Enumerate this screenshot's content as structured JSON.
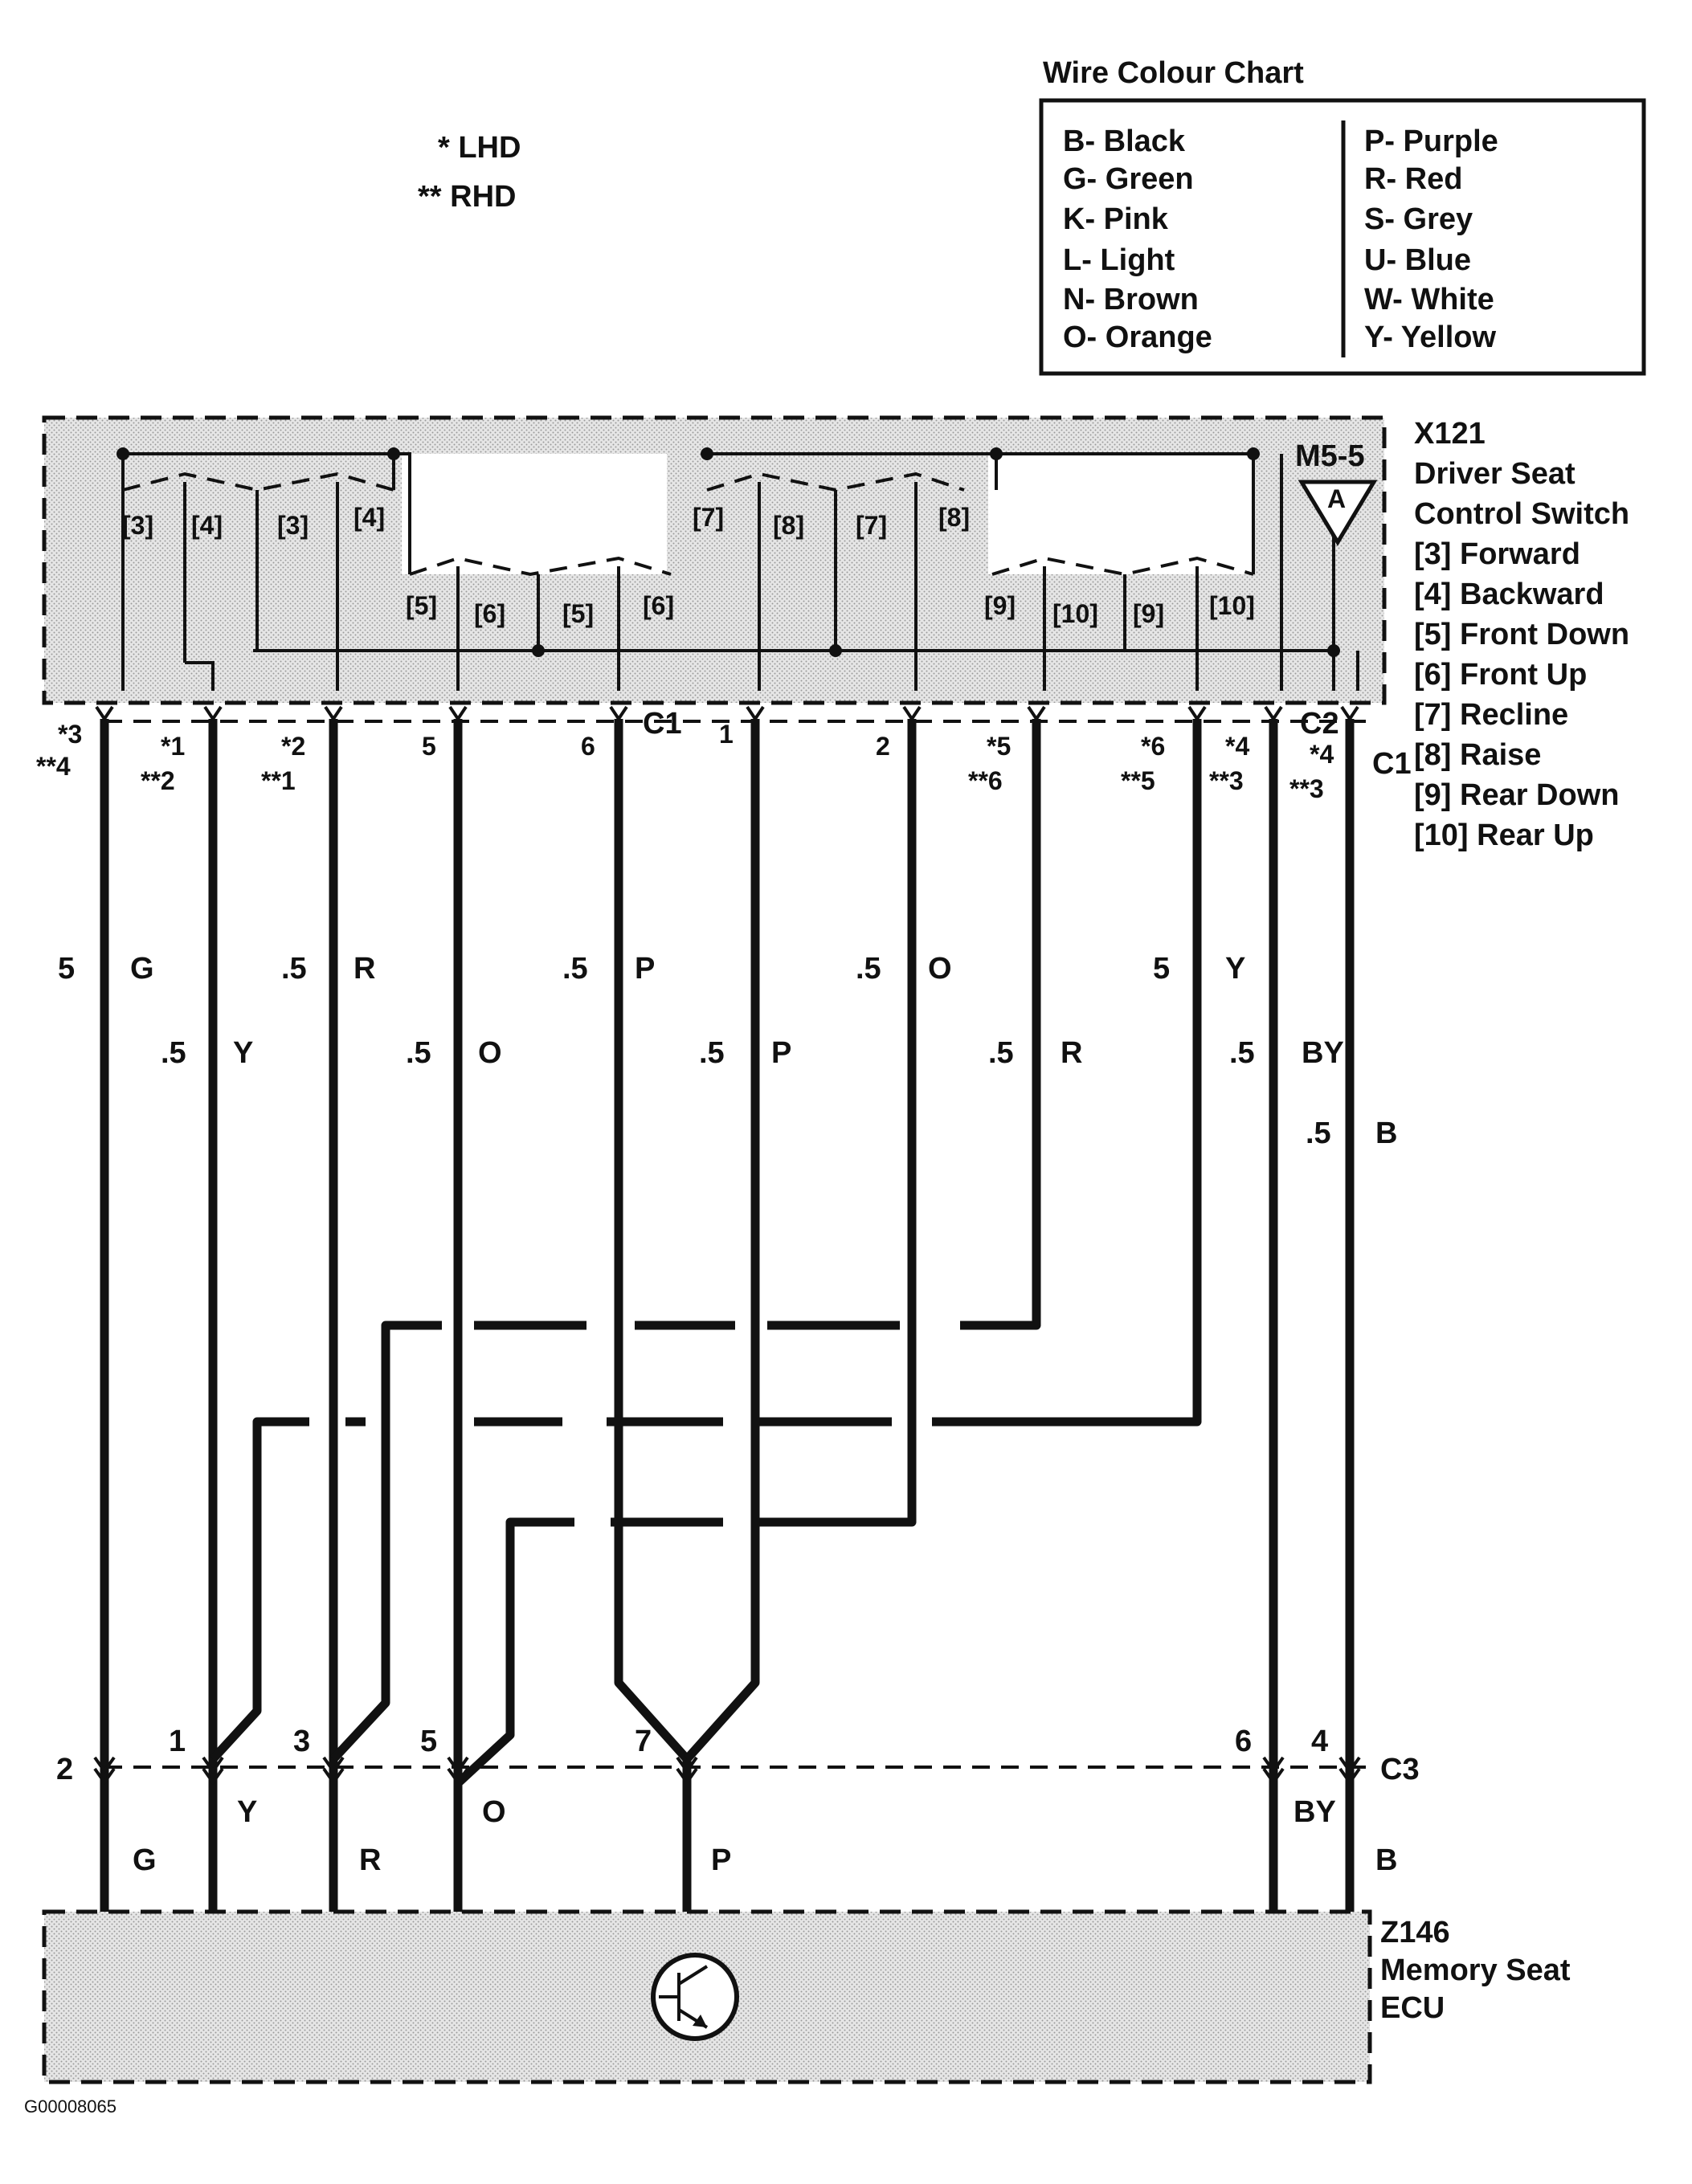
{
  "legend_notes": {
    "lhd": "* LHD",
    "rhd": "** RHD"
  },
  "colour_chart": {
    "title": "Wire Colour Chart",
    "left": [
      "B- Black",
      "G- Green",
      "K- Pink",
      "L- Light",
      "N- Brown",
      "O- Orange"
    ],
    "right": [
      "P- Purple",
      "R- Red",
      "S- Grey",
      "U- Blue",
      "W- White",
      "Y- Yellow"
    ]
  },
  "switch": {
    "id": "X121",
    "name_1": "Driver Seat",
    "name_2": "Control Switch",
    "ground_ref": "M5-5",
    "ground_symbol": "A",
    "functions": [
      "[3]  Forward",
      "[4]  Backward",
      "[5]  Front Down",
      "[6]  Front Up",
      "[7]  Recline",
      "[8]  Raise",
      "[9]  Rear Down",
      "[10]  Rear Up"
    ],
    "contact_labels": [
      "[3]",
      "[4]",
      "[3]",
      "[4]",
      "[5]",
      "[6]",
      "[5]",
      "[6]",
      "[7]",
      "[8]",
      "[7]",
      "[8]",
      "[9]",
      "[10]",
      "[9]",
      "[10]"
    ]
  },
  "connectors": {
    "c1a": "C1",
    "c2": "C2",
    "c1b": "C1",
    "c3": "C3"
  },
  "top_pins": [
    {
      "a": "*3",
      "b": "**4"
    },
    {
      "a": "*1",
      "b": "**2"
    },
    {
      "a": "*2",
      "b": "**1"
    },
    {
      "a": "5",
      "b": ""
    },
    {
      "a": "6",
      "b": ""
    },
    {
      "a": "1",
      "b": ""
    },
    {
      "a": "2",
      "b": ""
    },
    {
      "a": "*5",
      "b": "**6"
    },
    {
      "a": "*6",
      "b": "**5"
    },
    {
      "a": "*4",
      "b": "**3"
    },
    {
      "a": "*4",
      "b": "**3"
    }
  ],
  "wire_labels_row1": [
    {
      "size": "5",
      "colour": "G"
    },
    {
      "size": ".5",
      "colour": "R"
    },
    {
      "size": ".5",
      "colour": "P"
    },
    {
      "size": ".5",
      "colour": "O"
    },
    {
      "size": "5",
      "colour": "Y"
    }
  ],
  "wire_labels_row2": [
    {
      "size": ".5",
      "colour": "Y"
    },
    {
      "size": ".5",
      "colour": "O"
    },
    {
      "size": ".5",
      "colour": "P"
    },
    {
      "size": ".5",
      "colour": "R"
    },
    {
      "size": ".5",
      "colour": "BY"
    }
  ],
  "wire_label_b": {
    "size": ".5",
    "colour": "B"
  },
  "bottom_pins": [
    "2",
    "1",
    "3",
    "5",
    "7",
    "6",
    "4"
  ],
  "bottom_colours": [
    "G",
    "Y",
    "R",
    "O",
    "P",
    "BY",
    "B"
  ],
  "ecu": {
    "id": "Z146",
    "name_1": "Memory Seat",
    "name_2": "ECU"
  },
  "figure_id": "G00008065"
}
